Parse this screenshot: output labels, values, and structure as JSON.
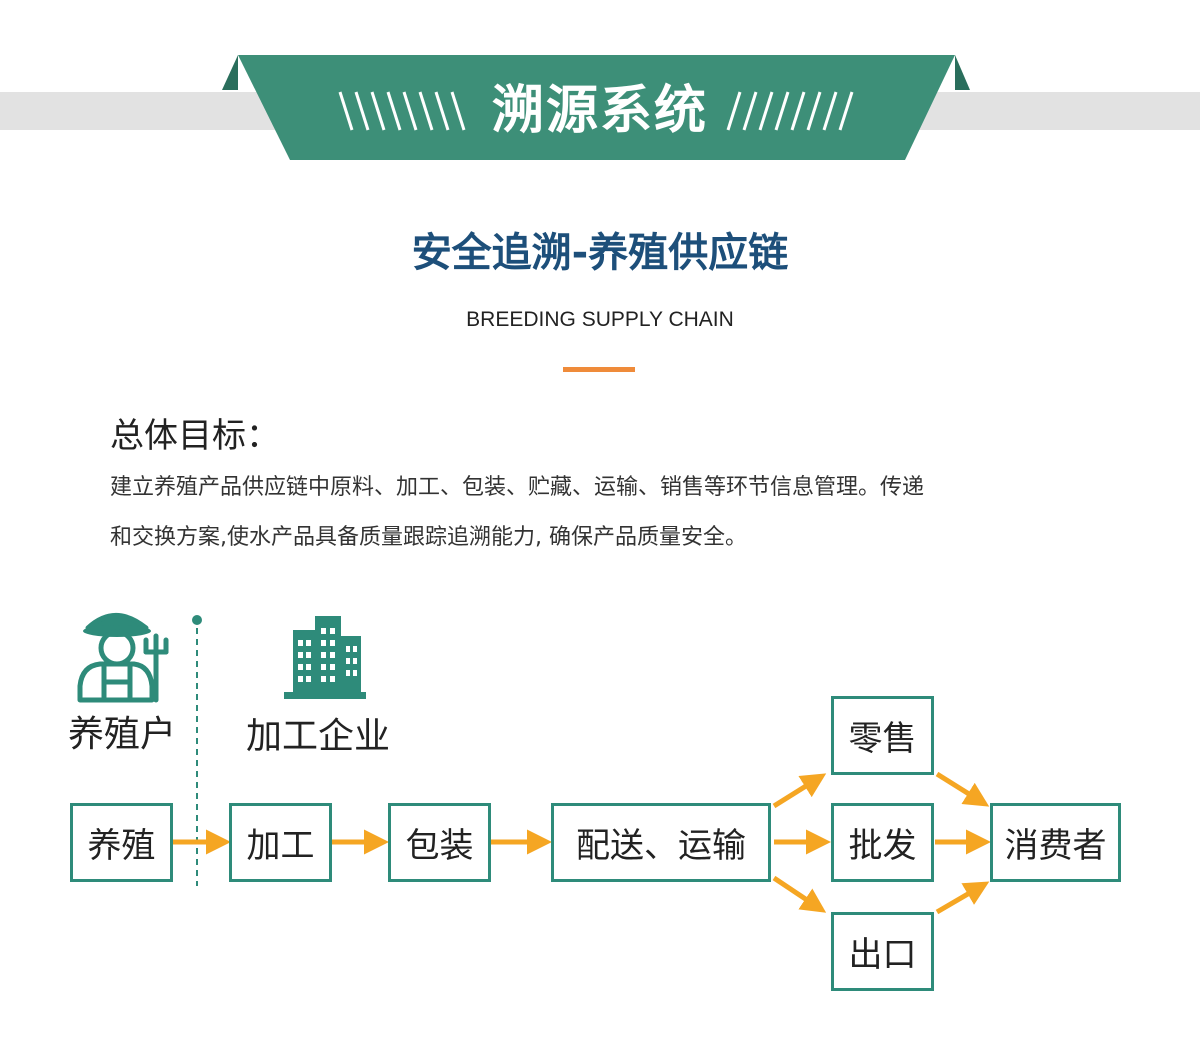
{
  "banner": {
    "title": "溯源系统",
    "color": "#3d8f78"
  },
  "subtitle": "安全追溯-养殖供应链",
  "en_subtitle": "BREEDING SUPPLY CHAIN",
  "goal": {
    "title": "总体目标：",
    "line1": "建立养殖产品供应链中原料、加工、包装、贮藏、运输、销售等环节信息管理。传递",
    "line2": "和交换方案,使水产品具备质量跟踪追溯能力, 确保产品质量安全。"
  },
  "roles": {
    "farmer": "养殖户",
    "enterprise": "加工企业"
  },
  "nodes": {
    "breeding": "养殖",
    "processing": "加工",
    "packaging": "包装",
    "delivery": "配送、运输",
    "retail": "零售",
    "wholesale": "批发",
    "export": "出口",
    "consumer": "消费者"
  },
  "colors": {
    "accent": "#2e8b7a",
    "arrow": "#f5a623",
    "title_blue": "#1d4f7a",
    "divider": "#ef8b3a"
  },
  "icons": {
    "farmer": "farmer-icon",
    "building": "building-icon"
  }
}
